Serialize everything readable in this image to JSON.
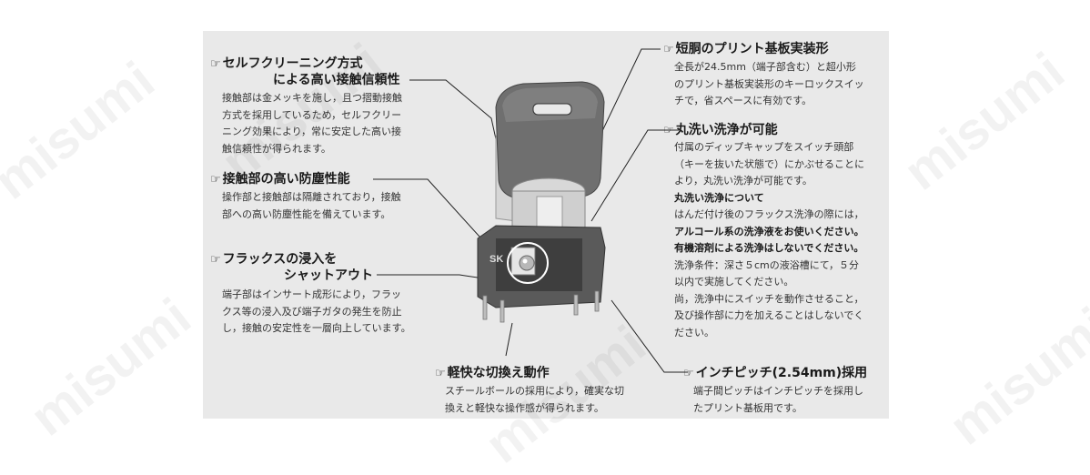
{
  "watermark": "misumi",
  "icon": "pointing-hand-icon",
  "sections": {
    "self_cleaning": {
      "title_line1": "セルフクリーニング方式",
      "title_line2": "による高い接触信頼性",
      "lines": [
        "接触部は金メッキを施し，且つ摺動接触",
        "方式を採用しているため，セルフクリー",
        "ニング効果により，常に安定した高い接",
        "触信頼性が得られます。"
      ]
    },
    "dustproof": {
      "title": "接触部の高い防塵性能",
      "lines": [
        "操作部と接触部は隔離されており，接触",
        "部への高い防塵性能を備えています。"
      ]
    },
    "flux": {
      "title_line1": "フラックスの浸入を",
      "title_line2": "シャットアウト",
      "lines": [
        "端子部はインサート成形により，フラッ",
        "クス等の浸入及び端子ガタの発生を防止",
        "し，接触の安定性を一層向上しています。"
      ]
    },
    "switching": {
      "title": "軽快な切換え動作",
      "lines": [
        "スチールボールの採用により，確実な切",
        "換えと軽快な操作感が得られます。"
      ]
    },
    "short_body": {
      "title": "短胴のプリント基板実装形",
      "lines": [
        "全長が24.5mm（端子部含む）と超小形",
        "のプリント基板実装形のキーロックスイッ",
        "チで，省スペースに有効です。"
      ]
    },
    "washable": {
      "title": "丸洗い洗浄が可能",
      "lines": [
        "付属のディップキャップをスイッチ頭部",
        "（キーを抜いた状態で）にかぶせることに",
        "より，丸洗い洗浄が可能です。"
      ],
      "note_title": "丸洗い洗浄について",
      "note_line1": "はんだ付け後のフラックス洗浄の際には，",
      "note_bold1": "アルコール系の洗浄液をお使いください。",
      "note_bold2": "有機溶剤による洗浄はしないでください。",
      "note_lines": [
        "洗浄条件：深さ５cmの液浴槽にて，５分",
        "以内で実施してください。",
        "尚，洗浄中にスイッチを動作させること，",
        "及び操作部に力を加えることはしないでく",
        "ださい。"
      ]
    },
    "inch_pitch": {
      "title": "インチピッチ(2.54mm)採用",
      "lines": [
        "端子間ピッチはインチピッチを採用し",
        "たプリント基板用です。"
      ]
    },
    "product_marking": "SK"
  },
  "colors": {
    "panel": "#e9e9e9",
    "key_head": "#6f6f6f",
    "switch_body": "#5a5a5a"
  }
}
